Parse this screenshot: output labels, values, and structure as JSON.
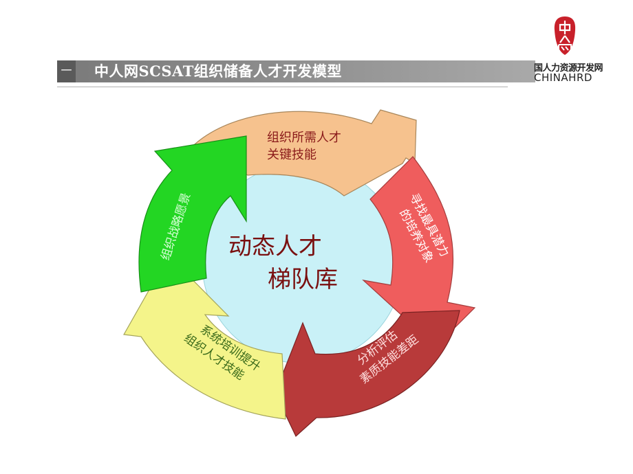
{
  "header": {
    "marker": "一",
    "title": "中人网SCSAT组织储备人才开发模型"
  },
  "logo": {
    "seal_text": "中人网",
    "text_cn": "国人力资源开发网",
    "text_en": "CHINAHRD"
  },
  "cycle": {
    "center_line1": "动态人才",
    "center_line2": "梯队库",
    "steps": [
      {
        "line1": "组织所需人才",
        "line2": "关键技能",
        "color": "#f6c28e"
      },
      {
        "line1": "寻找最具潜力",
        "line2": "的培养对象",
        "color": "#ef5d5d"
      },
      {
        "line1": "分析评估",
        "line2": "素质技能差距",
        "color": "#b83a3a"
      },
      {
        "line1": "系统培训提升",
        "line2": "组织人才技能",
        "color": "#f4f48a"
      },
      {
        "line1": "组织战略愿景",
        "line2": "",
        "color": "#23d623"
      }
    ],
    "center_color": "#c9f1f7"
  }
}
